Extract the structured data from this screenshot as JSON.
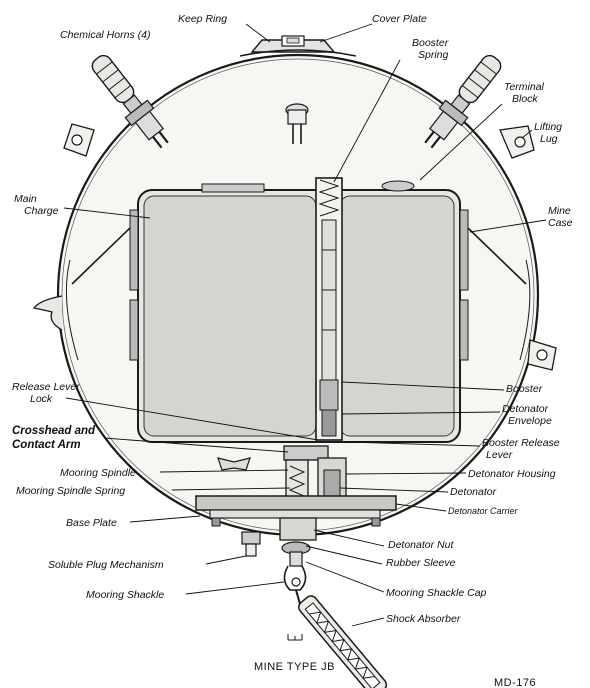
{
  "labels": {
    "keep_ring": "Keep Ring",
    "cover_plate": "Cover Plate",
    "chemical_horns": "Chemical Horns (4)",
    "booster_spring_1": "Booster",
    "booster_spring_2": "Spring",
    "terminal_block_1": "Terminal",
    "terminal_block_2": "Block",
    "lifting_lug_1": "Lifting",
    "lifting_lug_2": "Lug",
    "main_charge_1": "Main",
    "main_charge_2": "Charge",
    "mine_case_1": "Mine",
    "mine_case_2": "Case",
    "release_lever_lock_1": "Release Lever",
    "release_lever_lock_2": "Lock",
    "booster": "Booster",
    "detonator_envelope_1": "Detonator",
    "detonator_envelope_2": "Envelope",
    "crosshead_1": "Crosshead and",
    "crosshead_2": "Contact Arm",
    "booster_release_lever_1": "Booster Release",
    "booster_release_lever_2": "Lever",
    "mooring_spindle": "Mooring Spindle",
    "detonator_housing": "Detonator Housing",
    "mooring_spindle_spring": "Mooring Spindle Spring",
    "detonator": "Detonator",
    "detonator_carrier": "Detonator Carrier",
    "base_plate": "Base Plate",
    "detonator_nut": "Detonator Nut",
    "soluble_plug": "Soluble Plug Mechanism",
    "rubber_sleeve": "Rubber Sleeve",
    "mooring_shackle": "Mooring Shackle",
    "mooring_shackle_cap": "Mooring Shackle Cap",
    "shock_absorber": "Shock Absorber"
  },
  "caption": "MINE TYPE JB",
  "figure_code": "MD-176"
}
